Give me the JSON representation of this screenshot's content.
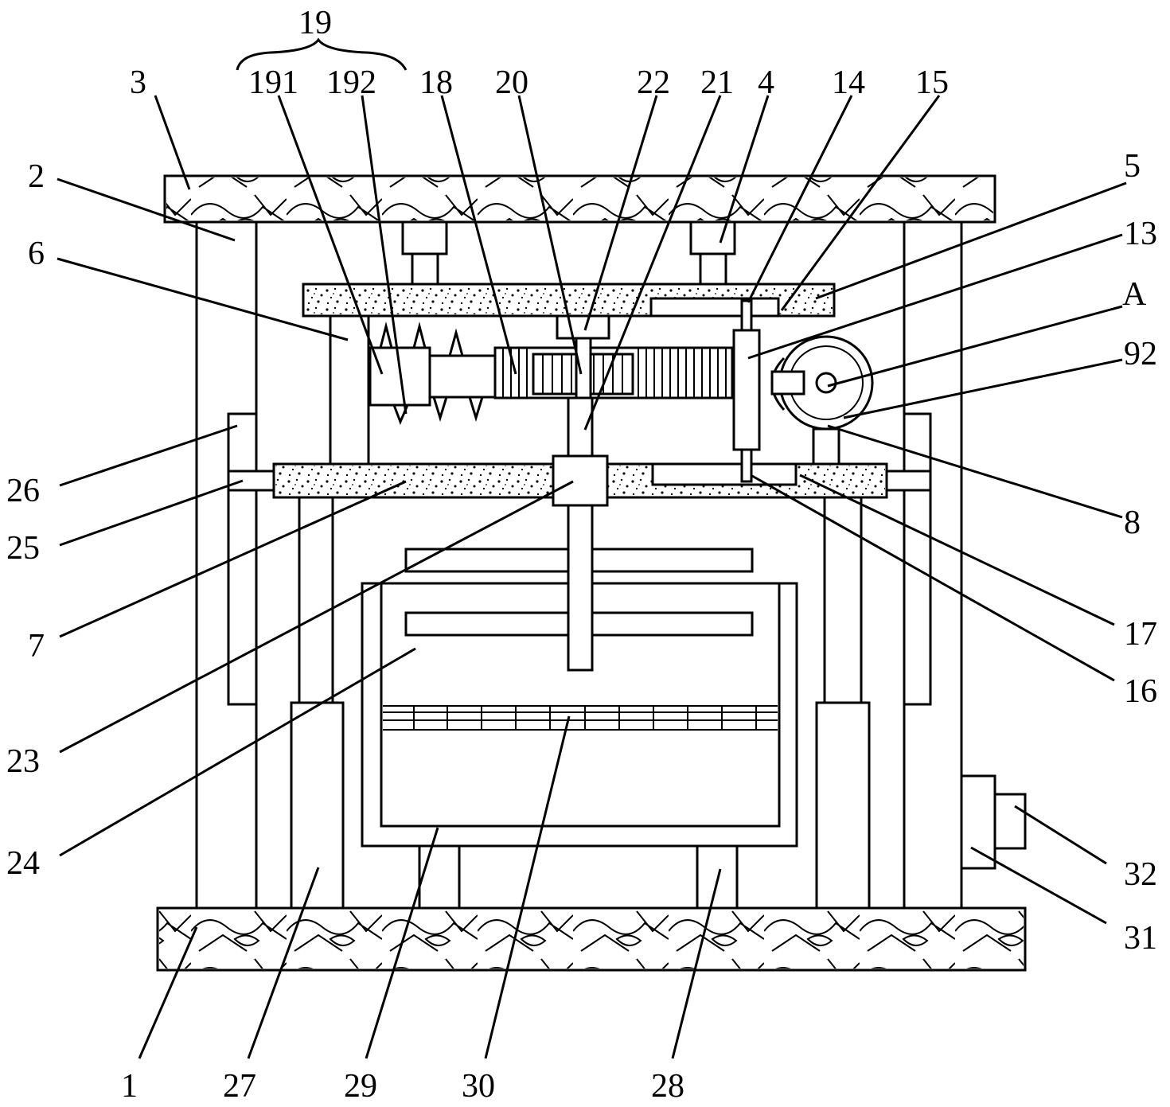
{
  "labels": {
    "l1": "1",
    "l2": "2",
    "l3": "3",
    "l4": "4",
    "l5": "5",
    "l6": "6",
    "l7": "7",
    "l8": "8",
    "l13": "13",
    "l14": "14",
    "l15": "15",
    "l16": "16",
    "l17": "17",
    "l18": "18",
    "l19": "19",
    "l191": "191",
    "l192": "192",
    "l20": "20",
    "l21": "21",
    "l22": "22",
    "l23": "23",
    "l24": "24",
    "l25": "25",
    "l26": "26",
    "l27": "27",
    "l28": "28",
    "l29": "29",
    "l30": "30",
    "l31": "31",
    "l32": "32",
    "lA": "A",
    "l92": "92"
  }
}
